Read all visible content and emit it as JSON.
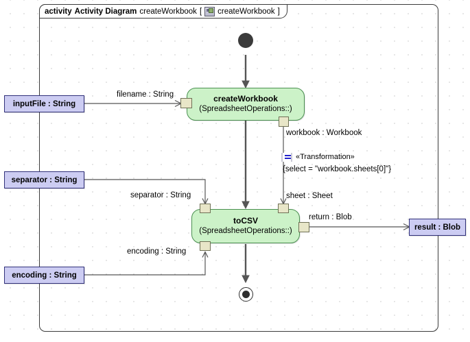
{
  "frame": {
    "keyword": "activity",
    "type_label": "Activity Diagram",
    "name": "createWorkbook",
    "bracket_open": "[",
    "bracket_close": "]",
    "diagram_ref": "createWorkbook",
    "icon": "activity-diagram-icon"
  },
  "colors": {
    "activity_fill": "#ccf2c8",
    "activity_stroke": "#4a8f50",
    "parameter_fill": "#ccccf2",
    "parameter_stroke": "#30307a",
    "pin_fill": "#e8e6c8",
    "pin_stroke": "#6f6f55",
    "edge_stroke": "#555555",
    "frame_stroke": "#3a3a3a",
    "transformation_accent": "#2222cc"
  },
  "nodes": {
    "initial": {
      "name": "initial-node"
    },
    "final": {
      "name": "activity-final-node"
    },
    "create_workbook": {
      "title": "createWorkbook",
      "subtitle": "(SpreadsheetOperations::)"
    },
    "to_csv": {
      "title": "toCSV",
      "subtitle": "(SpreadsheetOperations::)"
    }
  },
  "parameters": [
    {
      "id": "inputFile",
      "label": "inputFile : String"
    },
    {
      "id": "separator",
      "label": "separator : String"
    },
    {
      "id": "encoding",
      "label": "encoding : String"
    },
    {
      "id": "result",
      "label": "result : Blob"
    }
  ],
  "edge_labels": {
    "filename": "filename : String",
    "workbook": "workbook : Workbook",
    "sheet": "sheet : Sheet",
    "separator": "separator : String",
    "encoding": "encoding : String",
    "return": "return : Blob"
  },
  "transformation": {
    "stereotype": "«Transformation»",
    "constraint": "{select = \"workbook.sheets[0]\"}",
    "icon": "transformation-icon"
  },
  "pins": [
    {
      "id": "pin-filename",
      "name": "input-pin-filename"
    },
    {
      "id": "pin-workbook",
      "name": "output-pin-workbook"
    },
    {
      "id": "pin-separator",
      "name": "input-pin-separator"
    },
    {
      "id": "pin-sheet",
      "name": "input-pin-sheet"
    },
    {
      "id": "pin-encoding",
      "name": "input-pin-encoding"
    },
    {
      "id": "pin-return",
      "name": "output-pin-return"
    }
  ]
}
